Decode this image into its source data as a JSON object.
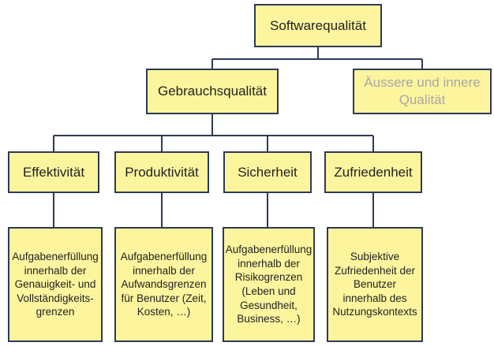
{
  "root": {
    "label": "Softwarequalität"
  },
  "level1": {
    "gebrauch": {
      "label": "Gebrauchsqualität"
    },
    "aeussere": {
      "label": "Äussere und innere\nQualität"
    }
  },
  "level2": [
    {
      "key": "effektivitaet",
      "label": "Effektivität"
    },
    {
      "key": "produktivitaet",
      "label": "Produktivität"
    },
    {
      "key": "sicherheit",
      "label": "Sicherheit"
    },
    {
      "key": "zufriedenheit",
      "label": "Zufriedenheit"
    }
  ],
  "level3": [
    {
      "key": "effektivitaet",
      "text": "Aufgabenerfüllung\ninnerhalb der\nGenauigkeit- und\nVollständigkeits-\ngrenzen"
    },
    {
      "key": "produktivitaet",
      "text": "Aufgabenerfüllung\ninnerhalb der\nAufwandsgrenzen\nfür Benutzer (Zeit,\nKosten, …)"
    },
    {
      "key": "sicherheit",
      "text": "Aufgabenerfüllung\ninnerhalb der\nRisikogrenzen\n(Leben und\nGesundheit,\nBusiness, …)"
    },
    {
      "key": "zufriedenheit",
      "text": "Subjektive\nZufriedenheit der\nBenutzer\ninnerhalb des\nNutzungskontexts"
    }
  ],
  "colors": {
    "box_fill": "#fdf59e",
    "border": "#2d3a55",
    "dim_text": "#a7a7a7"
  }
}
